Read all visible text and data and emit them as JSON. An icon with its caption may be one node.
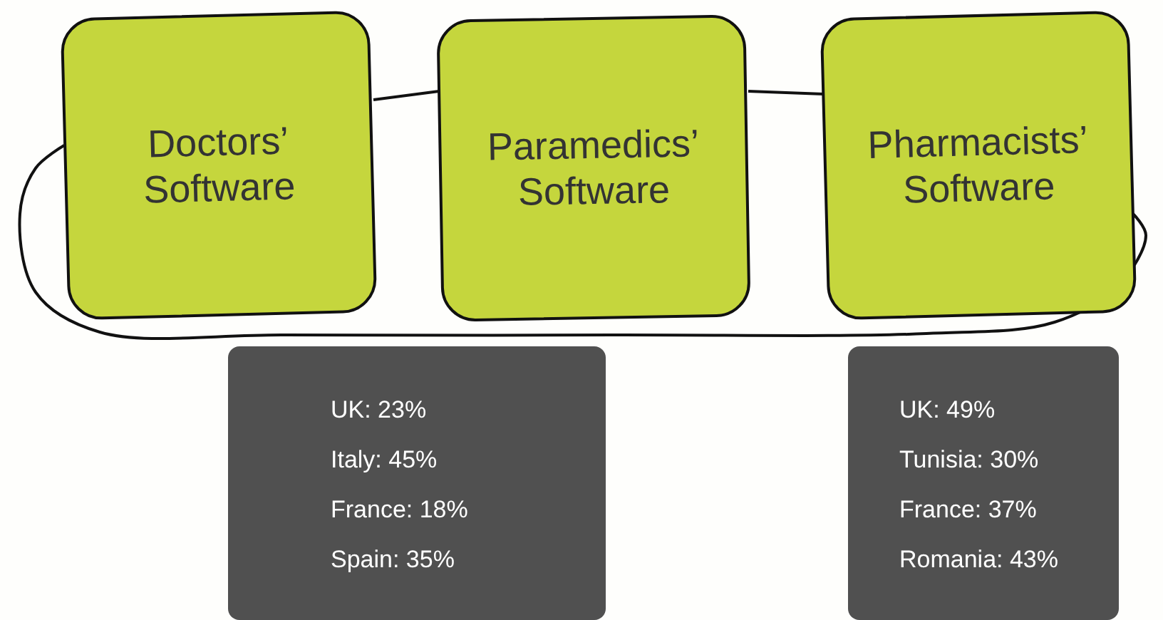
{
  "diagram": {
    "nodes": [
      {
        "text": [
          "Doctors’ Software"
        ]
      },
      {
        "text": [
          "Paramedics’ Software"
        ]
      },
      {
        "text": [
          "Pharmacists’ Software"
        ]
      },
      {
        "text": [
          "UK: 23%",
          "Italy: 45%",
          "France: 18%",
          "Spain: 35%"
        ]
      },
      {
        "text": [
          "UK: 49%",
          "Tunisia: 30%",
          "France: 37%",
          "Romania: 43%"
        ]
      }
    ],
    "edges": [
      {
        "from": 0,
        "to": 1,
        "arrow": "none"
      },
      {
        "from": 1,
        "to": 2,
        "arrow": "none"
      },
      {
        "from": 2,
        "to": 0,
        "arrow": "none"
      }
    ]
  }
}
